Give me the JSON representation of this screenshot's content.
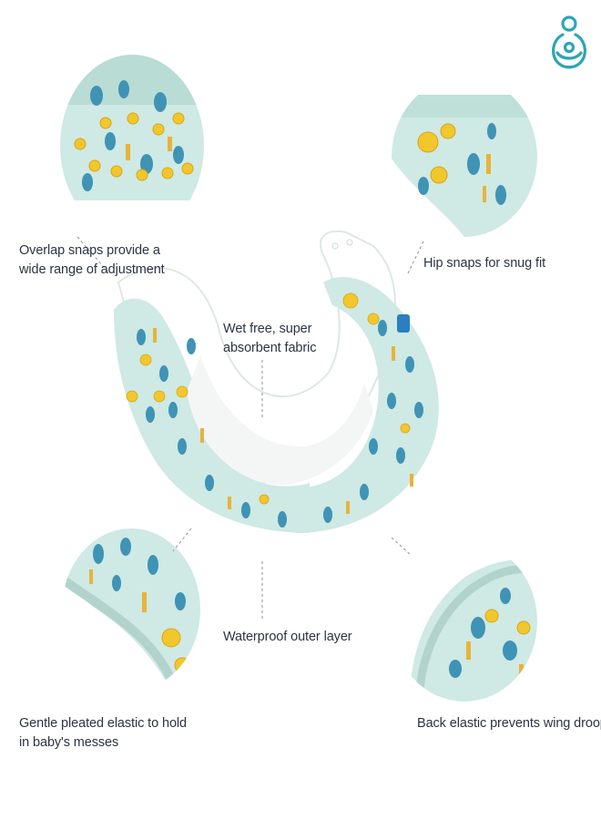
{
  "brand": {
    "logo": "mother-baby-logo-icon",
    "accent": "#2aa6b4"
  },
  "colors": {
    "fabric": "#cfe9e4",
    "tree": "#3f93b5",
    "lemon": "#f2c72c",
    "giraffe": "#e8b33a",
    "liner": "#ffffff"
  },
  "callouts": {
    "overlap_snaps": [
      "Overlap snaps provide a",
      "wide range of adjustment"
    ],
    "hip_snaps": [
      "Hip snaps for snug fit"
    ],
    "absorbent_fabric": [
      "Wet free, super",
      "absorbent fabric"
    ],
    "outer_layer": [
      "Waterproof outer layer"
    ],
    "pleated_elastic": [
      "Gentle pleated elastic to hold",
      "in baby's messes"
    ],
    "back_elastic": [
      "Back elastic prevents wing droop"
    ]
  }
}
